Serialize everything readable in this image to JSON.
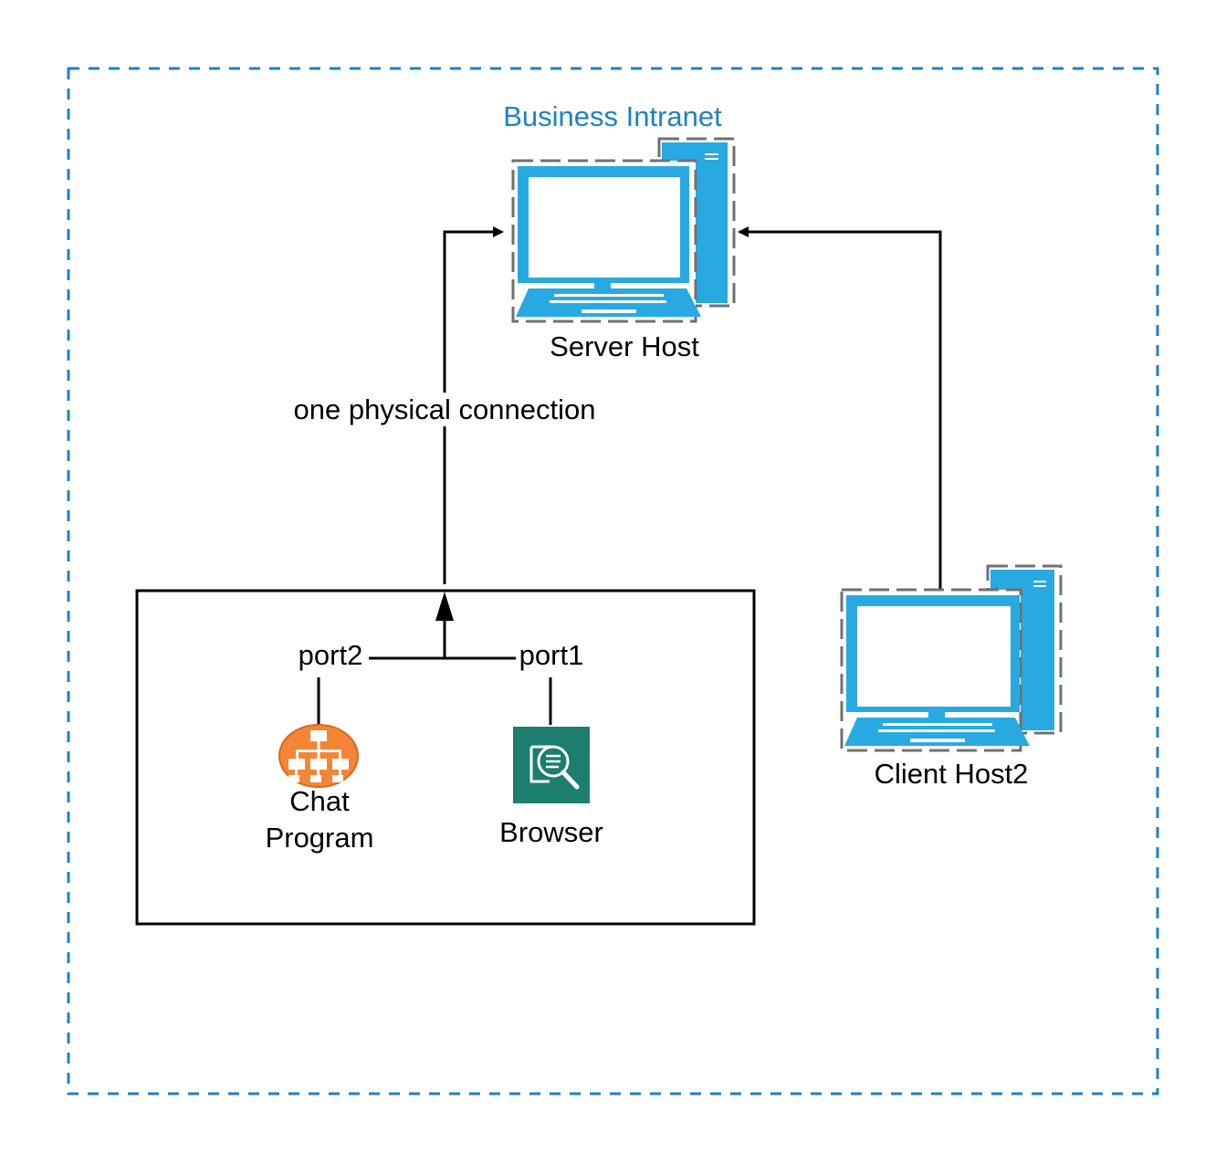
{
  "colors": {
    "intranet_border": "#1f82bf",
    "title": "#1f82bf",
    "line": "#000000",
    "device_blue": "#29a9e1",
    "screen_white": "#ffffff",
    "dash_gray": "#707070",
    "chat_orange": "#f58536",
    "browser_green": "#1c7e6c"
  },
  "diagram": {
    "intranet_title": "Business Intranet",
    "server_label": "Server Host",
    "client2_label": "Client Host2",
    "connection_label": "one physical connection",
    "port2_label": "port2",
    "port1_label": "port1",
    "chat_label_line1": "Chat",
    "chat_label_line2": "Program",
    "browser_label": "Browser"
  },
  "icons": {
    "server": "desktop-computer-icon",
    "client2": "desktop-computer-icon",
    "chat": "hierarchy-icon",
    "browser": "search-document-icon"
  }
}
